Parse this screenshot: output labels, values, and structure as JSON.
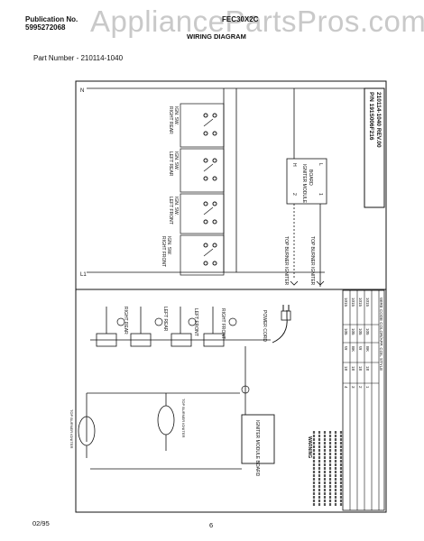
{
  "header": {
    "publication_label": "Publication No.",
    "publication_number": "5995272068",
    "model": "FEC30X2C",
    "title": "WIRING DIAGRAM",
    "part_number": "Part Number - 210114-1040"
  },
  "watermark": "AppliancePartsPros.com",
  "footer": {
    "date": "02/95",
    "page": "6"
  },
  "upper_schematic": {
    "line_labels": [
      "N",
      "L1"
    ],
    "switches": [
      {
        "label1": "RIGHT REAR",
        "label2": "IGN. SW."
      },
      {
        "label1": "LEFT REAR",
        "label2": "IGN. SW."
      },
      {
        "label1": "LEFT FRONT",
        "label2": "IGN. SW."
      },
      {
        "label1": "RIGHT FRONT",
        "label2": "IGN. SW."
      }
    ],
    "module": {
      "label1": "IGNITER MODULE",
      "label2": "BOARD",
      "pins": [
        "H",
        "2",
        "L",
        "1"
      ]
    },
    "igniters": [
      "TOP BURNER IGNITER",
      "TOP BURNER IGNITER"
    ],
    "part_box": {
      "line1": "P/N 191S006F216",
      "line2": "210114-1040 REV.00"
    }
  },
  "lower_schematic": {
    "switches": [
      "RIGHT REAR",
      "LEFT REAR",
      "LEFT FRONT",
      "RIGHT FRONT"
    ],
    "power_cord": "POWER CORD",
    "module": "IGNITER MODULE BOARD",
    "burner_left": "TOP BURNER IGNITER",
    "burner_right": "TOP BURNER IGNITER",
    "warning_title": "WARNING",
    "table_title": "WIRE CODE COLOR/APP. COIL STYLE",
    "table_rows": [
      [
        "1",
        "18",
        "BK",
        "105",
        "1015"
      ],
      [
        "2",
        "18",
        "W",
        "105",
        "1015"
      ],
      [
        "3",
        "18",
        "BK",
        "105",
        "1015"
      ],
      [
        "4",
        "18",
        "W",
        "105",
        "1015"
      ]
    ]
  }
}
